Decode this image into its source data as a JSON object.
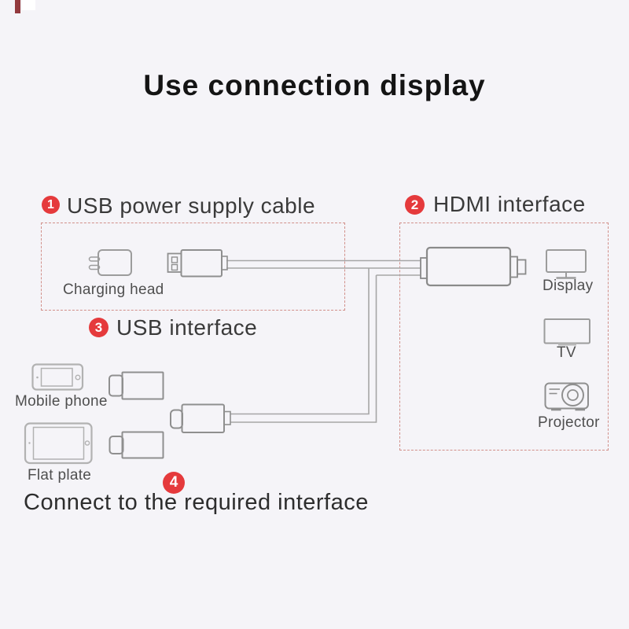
{
  "title": "Use connection display",
  "colors": {
    "background": "#f5f4f8",
    "badge_red": "#e53a3c",
    "dashed_border": "#d18f89",
    "title_text": "#141414",
    "step_text": "#3a3a3a",
    "item_text": "#4f4f4f",
    "connector_stroke": "#8f8f8f",
    "device_stroke": "#9c9c9c",
    "gadget_stroke": "#b2b2b2",
    "cable_stroke": "#a6a6a6"
  },
  "steps": [
    {
      "num": "1",
      "label": "USB power supply cable"
    },
    {
      "num": "2",
      "label": "HDMI interface"
    },
    {
      "num": "3",
      "label": "USB interface"
    },
    {
      "num": "4",
      "label": "Connect to the required interface"
    }
  ],
  "items": {
    "charging_head": {
      "label": "Charging head",
      "icon": "wall-charger-icon"
    },
    "mobile_phone": {
      "label": "Mobile phone",
      "icon": "smartphone-icon"
    },
    "flat_plate": {
      "label": "Flat plate",
      "icon": "tablet-icon"
    },
    "display": {
      "label": "Display",
      "icon": "monitor-icon"
    },
    "tv": {
      "label": "TV",
      "icon": "tv-icon"
    },
    "projector": {
      "label": "Projector",
      "icon": "projector-icon"
    }
  }
}
